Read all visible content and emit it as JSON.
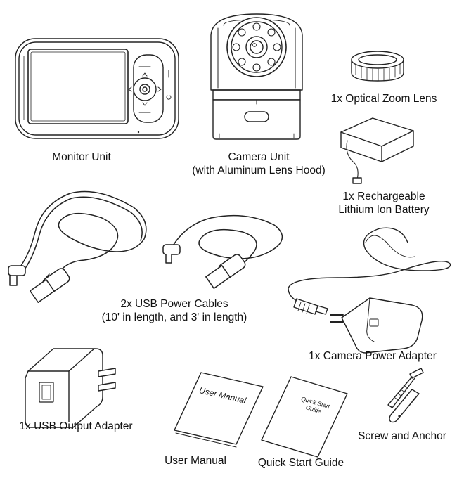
{
  "items": {
    "monitor": {
      "label": "Monitor Unit"
    },
    "camera": {
      "label_line1": "Camera Unit",
      "label_line2": "(with Aluminum Lens Hood)"
    },
    "zoom_lens": {
      "label": "1x Optical Zoom Lens"
    },
    "battery": {
      "label_line1": "1x Rechargeable",
      "label_line2": "Lithium Ion Battery"
    },
    "usb_cables": {
      "label_line1": "2x USB Power Cables",
      "label_line2": "(10' in length, and 3' in length)"
    },
    "camera_adapter": {
      "label": "1x Camera Power Adapter"
    },
    "usb_adapter": {
      "label": "1x USB Output Adapter"
    },
    "user_manual": {
      "label": "User Manual",
      "cover_text": "User Manual"
    },
    "quick_start": {
      "label": "Quick Start Guide",
      "cover_line1": "Quick Start",
      "cover_line2": "Guide"
    },
    "screw_anchor": {
      "label": "Screw and Anchor"
    }
  }
}
